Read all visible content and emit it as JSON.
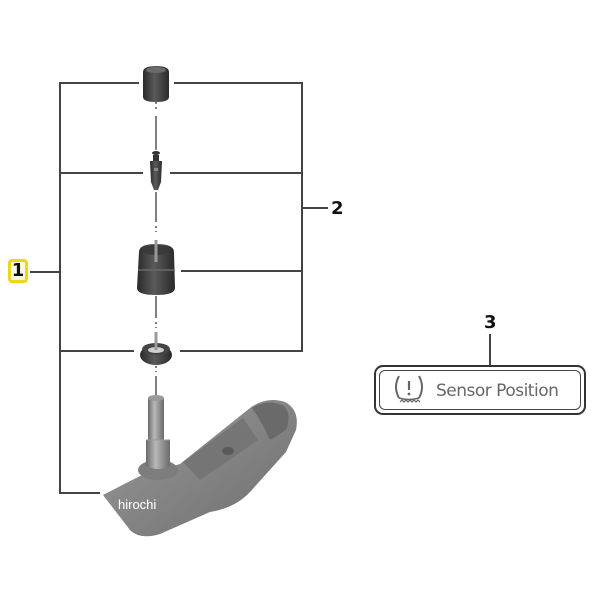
{
  "diagram": {
    "title": "TPMS sensor exploded parts view",
    "callouts": [
      {
        "id": "1",
        "label": "1",
        "highlighted": true,
        "highlight_color": "#f2d616"
      },
      {
        "id": "2",
        "label": "2"
      },
      {
        "id": "3",
        "label": "3"
      }
    ],
    "parts": [
      {
        "name": "valve-cap",
        "group": [
          "1",
          "2"
        ]
      },
      {
        "name": "valve-core",
        "group": [
          "1",
          "2"
        ]
      },
      {
        "name": "cap-nut",
        "group": [
          "1",
          "2"
        ]
      },
      {
        "name": "sealing-washer",
        "group": [
          "1",
          "2"
        ]
      },
      {
        "name": "tpms-sensor-body",
        "group": [
          "1"
        ]
      }
    ],
    "sensor_label": {
      "text": "Sensor Position",
      "icon": "tpms-warning-icon"
    },
    "watermark": "hirochi",
    "colors": {
      "line": "#444444",
      "part_dark": "#3a3a3a",
      "sensor_body": "#8a8a8a",
      "highlight": "#f2d616",
      "label_text": "#666666"
    }
  }
}
